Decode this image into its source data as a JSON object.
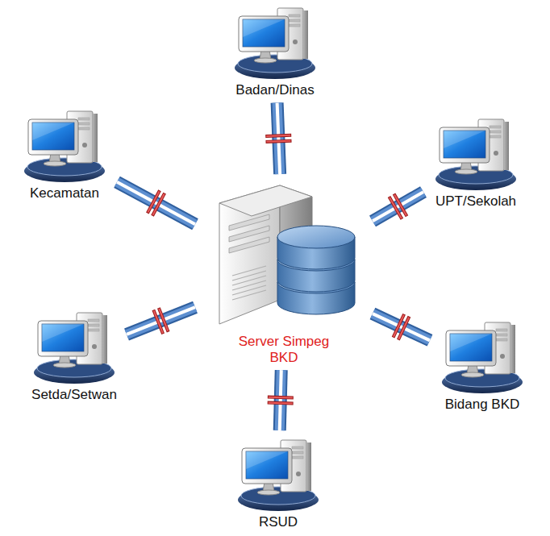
{
  "diagram": {
    "nodes": [
      {
        "text": [
          "Badan/Dinas"
        ]
      },
      {
        "text": [
          "Kecamatan"
        ]
      },
      {
        "text": [
          "UPT/Sekolah"
        ]
      },
      {
        "text": [
          "Server Simpeg BKD"
        ]
      },
      {
        "text": [
          "Setda/Setwan"
        ]
      },
      {
        "text": [
          "Bidang BKD"
        ]
      },
      {
        "text": [
          "RSUD"
        ]
      }
    ],
    "edges": [
      {
        "from": 3,
        "to": 0,
        "arrow": "none"
      },
      {
        "from": 3,
        "to": 1,
        "arrow": "none"
      },
      {
        "from": 3,
        "to": 2,
        "arrow": "none"
      },
      {
        "from": 3,
        "to": 4,
        "arrow": "none"
      },
      {
        "from": 3,
        "to": 5,
        "arrow": "none"
      },
      {
        "from": 3,
        "to": 6,
        "arrow": "none"
      }
    ]
  }
}
